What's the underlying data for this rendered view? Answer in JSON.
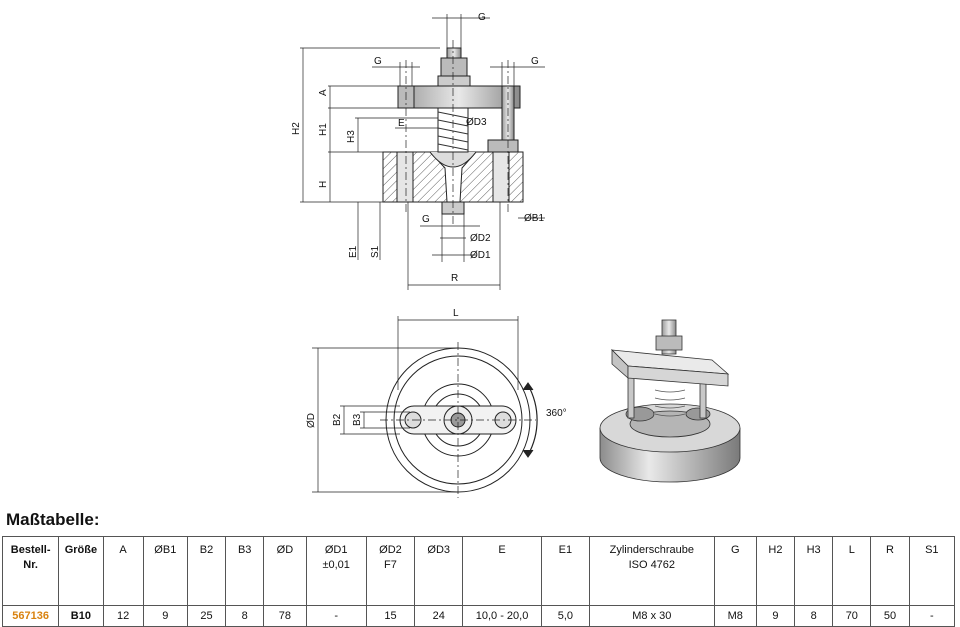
{
  "drawing": {
    "labels": {
      "g_top": "G",
      "g_left": "G",
      "g_right": "G",
      "g_bottom": "G",
      "a": "A",
      "h2": "H2",
      "h1": "H1",
      "h3": "H3",
      "h": "H",
      "e": "E",
      "d3": "ØD3",
      "b1": "ØB1",
      "d2": "ØD2",
      "d1": "ØD1",
      "e1": "E1",
      "s1": "S1",
      "r": "R",
      "l": "L",
      "d": "ØD",
      "b2": "B2",
      "b3": "B3",
      "rotation": "360°"
    }
  },
  "section_title": "Maßtabelle:",
  "table": {
    "headers": [
      {
        "line1": "Bestell-",
        "line2": "Nr."
      },
      {
        "line1": "Größe",
        "line2": ""
      },
      {
        "line1": "A",
        "line2": ""
      },
      {
        "line1": "ØB1",
        "line2": ""
      },
      {
        "line1": "B2",
        "line2": ""
      },
      {
        "line1": "B3",
        "line2": ""
      },
      {
        "line1": "ØD",
        "line2": ""
      },
      {
        "line1": "ØD1",
        "line2": "±0,01"
      },
      {
        "line1": "ØD2",
        "line2": "F7"
      },
      {
        "line1": "ØD3",
        "line2": ""
      },
      {
        "line1": "E",
        "line2": ""
      },
      {
        "line1": "E1",
        "line2": ""
      },
      {
        "line1": "Zylinderschraube",
        "line2": "ISO 4762"
      },
      {
        "line1": "G",
        "line2": ""
      },
      {
        "line1": "H2",
        "line2": ""
      },
      {
        "line1": "H3",
        "line2": ""
      },
      {
        "line1": "L",
        "line2": ""
      },
      {
        "line1": "R",
        "line2": ""
      },
      {
        "line1": "S1",
        "line2": ""
      }
    ],
    "row": [
      "567136",
      "B10",
      "12",
      "9",
      "25",
      "8",
      "78",
      "-",
      "15",
      "24",
      "10,0 - 20,0",
      "5,0",
      "M8 x 30",
      "M8",
      "9",
      "8",
      "70",
      "50",
      "-"
    ],
    "accent_color": "#d9820f"
  }
}
